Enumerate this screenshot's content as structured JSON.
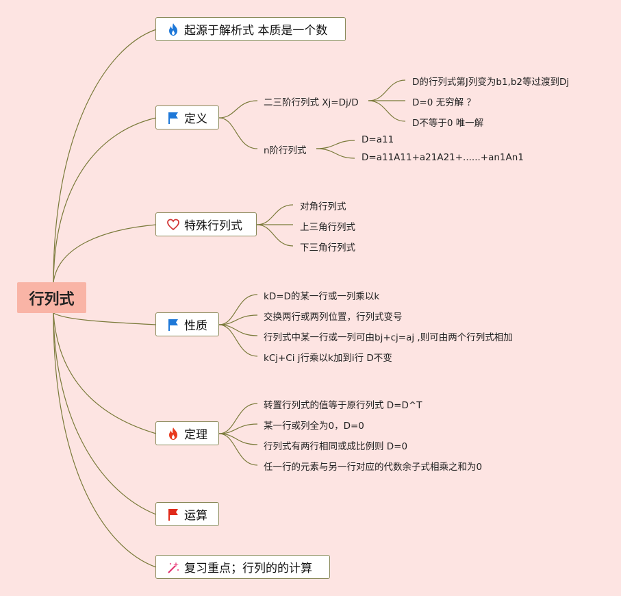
{
  "root": {
    "label": "行列式"
  },
  "branches": [
    {
      "label": "起源于解析式 本质是一个数",
      "icon": "flame-icon"
    },
    {
      "label": "定义",
      "icon": "flag-blue-icon"
    },
    {
      "label": "特殊行列式",
      "icon": "heart-icon"
    },
    {
      "label": "性质",
      "icon": "flag-blue-icon"
    },
    {
      "label": "定理",
      "icon": "flame-icon"
    },
    {
      "label": "运算",
      "icon": "flag-red-icon"
    },
    {
      "label": "复习重点；行列的的计算",
      "icon": "sparkle-wand-icon"
    }
  ],
  "definition": {
    "sub1": {
      "label": "二三阶行列式 Xj=Dj/D",
      "children": [
        "D的行列式第J列变为b1,b2等过渡到Dj\u0001",
        "D=0 无穷解 ？",
        "D不等于0 唯一解"
      ]
    },
    "sub2": {
      "label": "n阶行列式",
      "children": [
        "D=a11",
        "D=a11A11+a21A21+......+an1An1"
      ]
    }
  },
  "special": [
    "对角行列式",
    "上三角行列式",
    "下三角行列式"
  ],
  "properties": [
    "kD=D的某一行或一列乘以k",
    "交换两行或两列位置，行列式变号",
    "行列式中某一行或一列可由bj+cj=aj ,则可由两个行列式相加",
    "kCj+Ci j行乘以k加到i行 D不变"
  ],
  "theorems": [
    "转置行列式的值等于原行列式 D=D^T",
    "某一行或列全为0，D=0",
    "行列式有两行相同或成比例则 D=0",
    "任一行的元素与另一行对应的代数余子式相乘之和为0"
  ],
  "colors": {
    "background": "#fde4e2",
    "root_fill": "#f9b4a6",
    "connector": "#7a7a3a",
    "flame": "#1e78d8",
    "flag_blue": "#1e78d8",
    "flag_red": "#e02a1a",
    "heart": "#d23a3a"
  }
}
